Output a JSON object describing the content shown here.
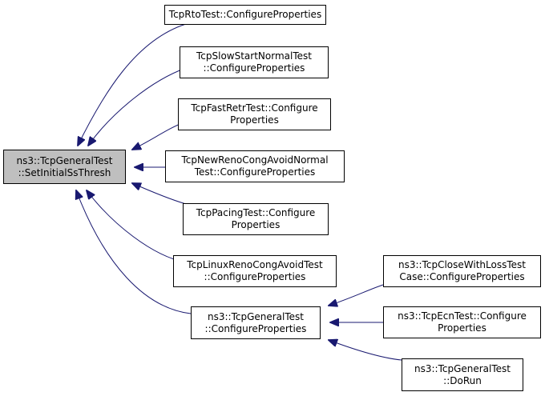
{
  "colors": {
    "edge": "#191970",
    "root_fill": "#bfbfbf",
    "node_fill": "#ffffff",
    "border": "#000000"
  },
  "nodes": {
    "root": {
      "line1": "ns3::TcpGeneralTest",
      "line2": "::SetInitialSsThresh"
    },
    "rto": {
      "line1": "TcpRtoTest::ConfigureProperties"
    },
    "slowstart": {
      "line1": "TcpSlowStartNormalTest",
      "line2": "::ConfigureProperties"
    },
    "fastretr": {
      "line1": "TcpFastRetrTest::Configure",
      "line2": "Properties"
    },
    "newreno": {
      "line1": "TcpNewRenoCongAvoidNormal",
      "line2": "Test::ConfigureProperties"
    },
    "pacing": {
      "line1": "TcpPacingTest::Configure",
      "line2": "Properties"
    },
    "linuxreno": {
      "line1": "TcpLinuxRenoCongAvoidTest",
      "line2": "::ConfigureProperties"
    },
    "general_cfg": {
      "line1": "ns3::TcpGeneralTest",
      "line2": "::ConfigureProperties"
    },
    "closewithloss": {
      "line1": "ns3::TcpCloseWithLossTest",
      "line2": "Case::ConfigureProperties"
    },
    "ecn": {
      "line1": "ns3::TcpEcnTest::Configure",
      "line2": "Properties"
    },
    "dorun": {
      "line1": "ns3::TcpGeneralTest",
      "line2": "::DoRun"
    }
  }
}
